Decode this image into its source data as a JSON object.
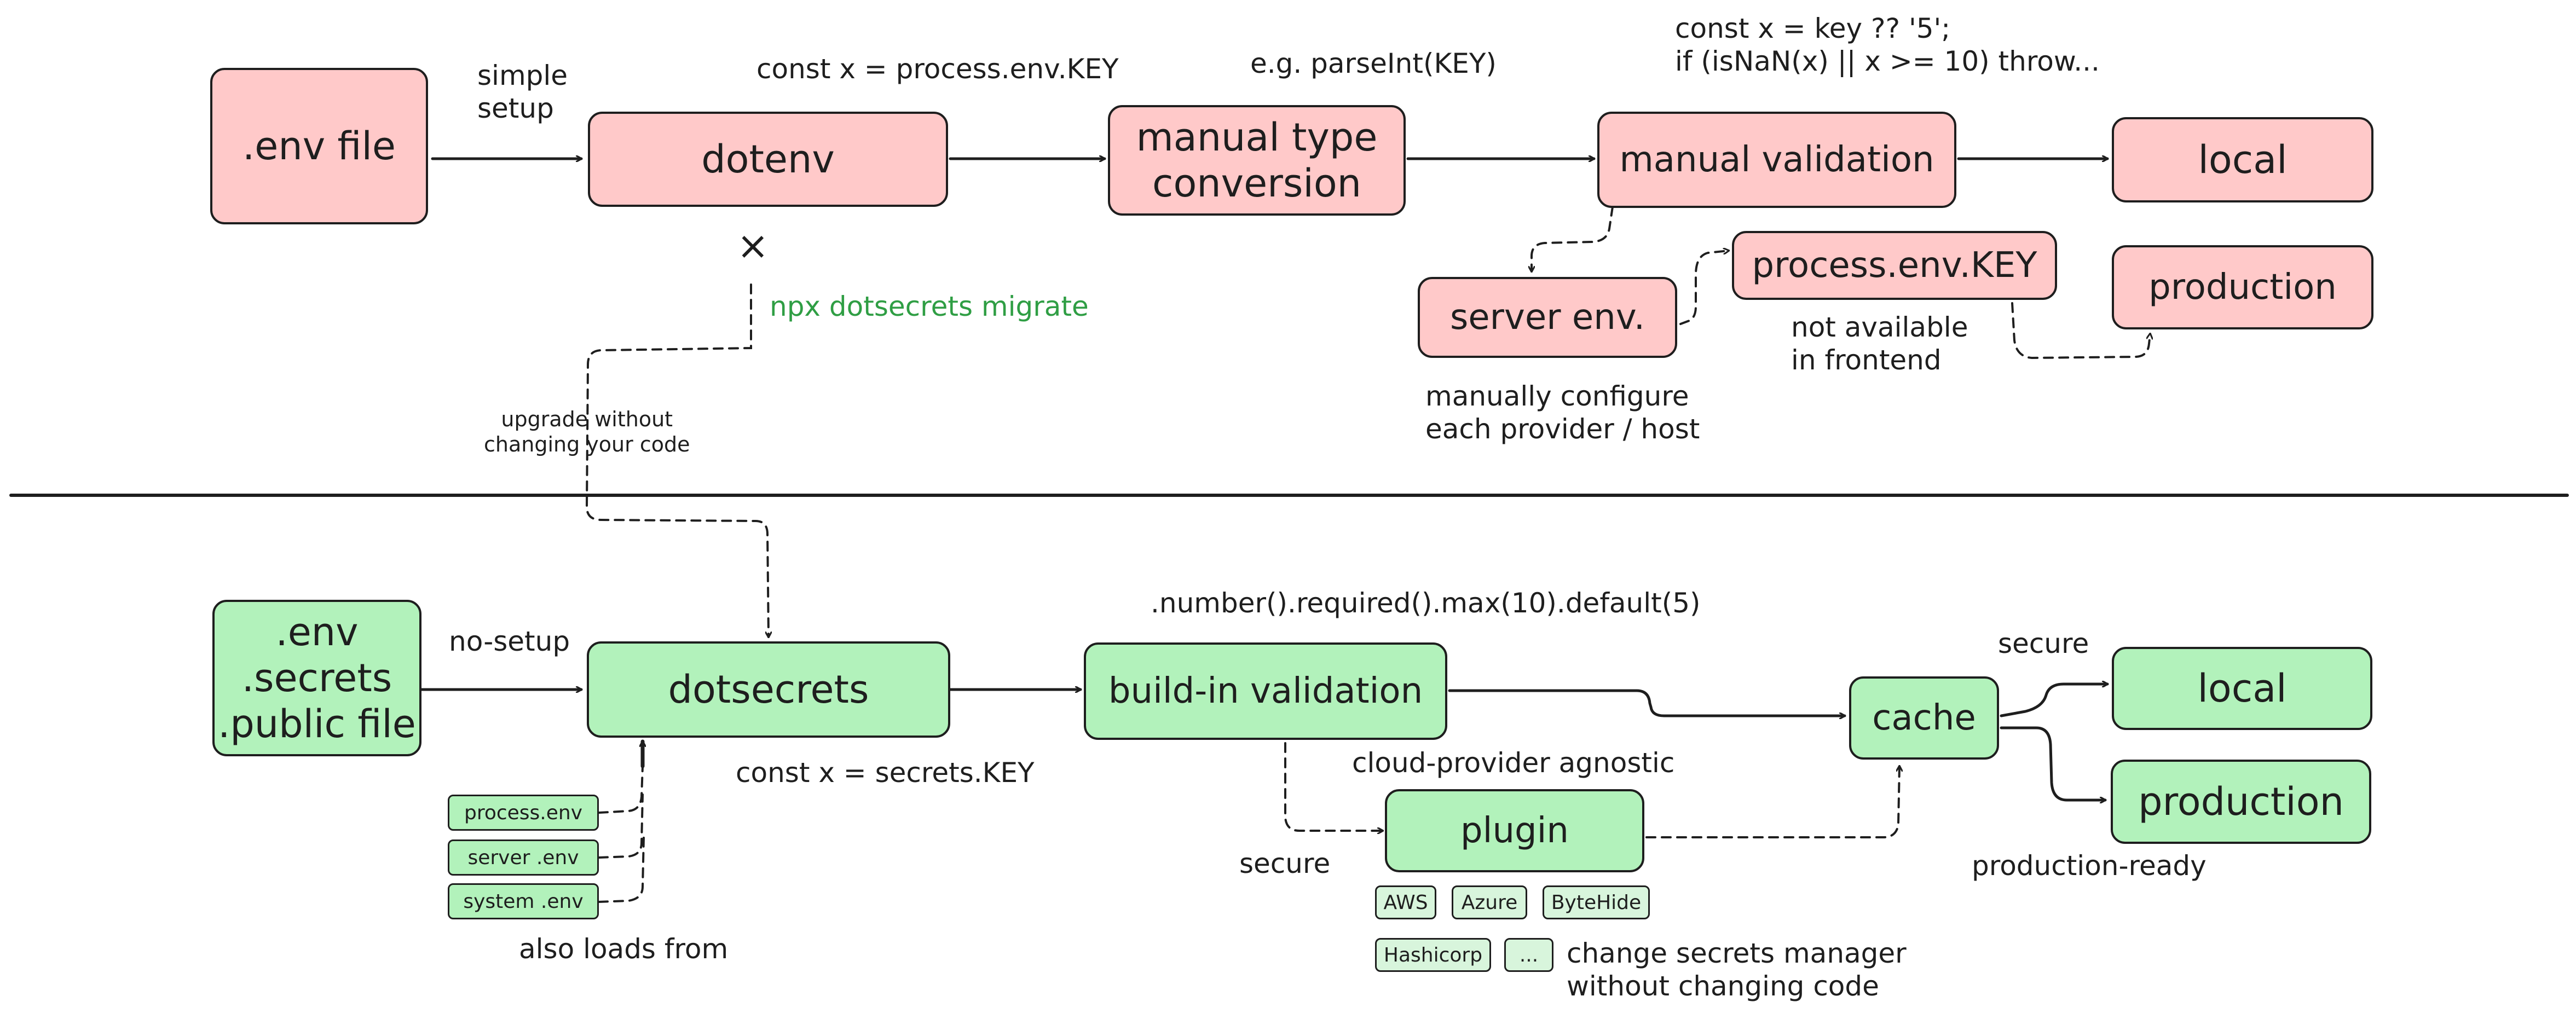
{
  "top": {
    "env_file": ".env file",
    "simple_setup": "simple\nsetup",
    "dotenv": "dotenv",
    "const_process": "const x = process.env.KEY",
    "manual_type": "manual type\nconversion",
    "parse_int": "e.g. parseInt(KEY)",
    "manual_validation": "manual validation",
    "validation_code": "const x = key ?? '5';\nif (isNaN(x) || x >= 10) throw...",
    "local": "local",
    "server_env": "server env.",
    "process_env_key": "process.env.KEY",
    "production": "production",
    "not_available": "not available\nin frontend",
    "manually_configure": "manually configure\neach provider / host",
    "x_mark": "×",
    "migrate_cmd": "npx dotsecrets migrate",
    "upgrade": "upgrade without\nchanging your code"
  },
  "bottom": {
    "env_files": ".env\n.secrets\n.public file",
    "no_setup": "no-setup",
    "dotsecrets": "dotsecrets",
    "const_secrets": "const x = secrets.KEY",
    "chain": ".number().required().max(10).default(5)",
    "build_in_validation": "build-in validation",
    "cloud_agnostic": "cloud-provider agnostic",
    "plugin": "plugin",
    "secure_plugin": "secure",
    "providers": [
      "AWS",
      "Azure",
      "ByteHide",
      "Hashicorp",
      "..."
    ],
    "change_manager": "change secrets manager\nwithout changing code",
    "cache": "cache",
    "secure_cache": "secure",
    "local": "local",
    "production": "production",
    "production_ready": "production-ready",
    "loaders": [
      "process.env",
      "server .env",
      "system .env"
    ],
    "also_loads": "also loads from"
  },
  "colors": {
    "red_fill": "#ffc9c9",
    "green_fill": "#b2f2bb",
    "stroke": "#1e1e1e",
    "accent_text": "#2f9e44"
  }
}
